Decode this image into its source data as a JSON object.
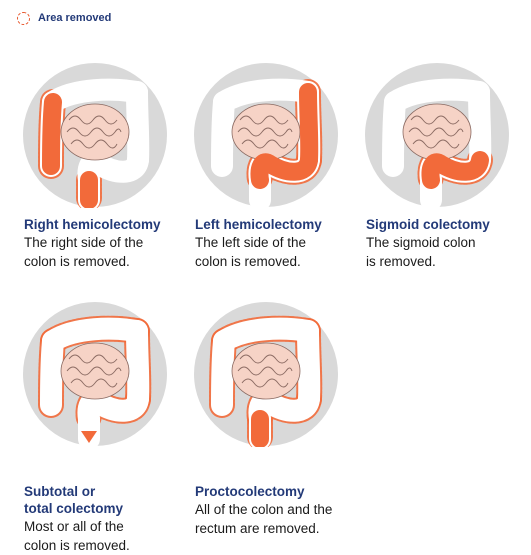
{
  "legend": {
    "label": "Area removed",
    "marker_color": "#e8582e"
  },
  "colors": {
    "removed": "#f26a3a",
    "background_circle": "#d9d9d9",
    "intestine": "#f6d3c6",
    "intestine_outline": "#8a6a62",
    "title": "#233a78"
  },
  "panels": [
    {
      "title": "Right hemicolectomy",
      "description": "The right side of the\ncolon is removed.",
      "removed_segments": [
        "ascending",
        "rectum"
      ]
    },
    {
      "title": "Left hemicolectomy",
      "description": "The left side of the\ncolon is removed.",
      "removed_segments": [
        "descending",
        "sigmoid"
      ]
    },
    {
      "title": "Sigmoid colectomy",
      "description": "The sigmoid colon\nis removed.",
      "removed_segments": [
        "sigmoid"
      ]
    },
    {
      "title": "Subtotal or\ntotal colectomy",
      "description": "Most or all of the\ncolon is removed.",
      "removed_segments": [
        "ascending",
        "transverse",
        "descending",
        "sigmoid"
      ]
    },
    {
      "title": "Proctocolectomy",
      "description": "All of the colon and the\nrectum are removed.",
      "removed_segments": [
        "ascending",
        "transverse",
        "descending",
        "sigmoid",
        "rectum"
      ]
    }
  ]
}
